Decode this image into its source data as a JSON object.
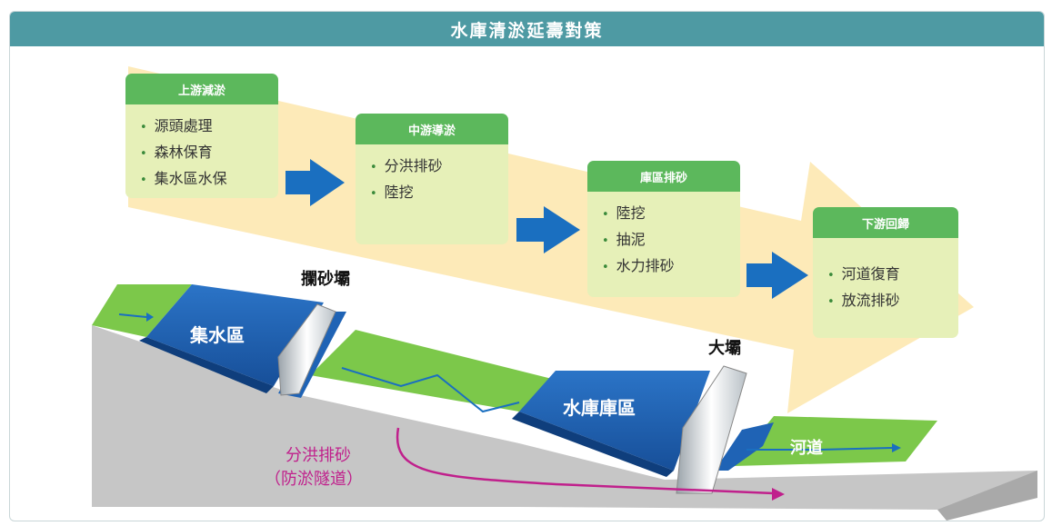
{
  "title": "水庫清淤延壽對策",
  "stages": [
    {
      "name": "上游減淤",
      "items": [
        "源頭處理",
        "森林保育",
        "集水區水保"
      ]
    },
    {
      "name": "中游導淤",
      "items": [
        "分洪排砂",
        "陸挖"
      ]
    },
    {
      "name": "庫區排砂",
      "items": [
        "陸挖",
        "抽泥",
        "水力排砂"
      ]
    },
    {
      "name": "下游回歸",
      "items": [
        "河道復育",
        "放流排砂"
      ]
    }
  ],
  "scene_labels": {
    "check_dam": "攔砂壩",
    "catchment": "集水區",
    "big_dam": "大壩",
    "reservoir": "水庫庫區",
    "river": "河道",
    "bypass_line1": "分洪排砂",
    "bypass_line2": "（防淤隧道）"
  },
  "bullet_glyph": "•",
  "colors": {
    "title_bar": "#4e9aa3",
    "stage_header": "#5cb85c",
    "stage_body": "#e6f0b8",
    "big_arrow": "#fde8b0",
    "flow_arrow": "#1a6fc0",
    "water": "#1f63b5",
    "grass": "#7cc84a",
    "ground": "#c8c8c8",
    "bypass": "#c0208c"
  }
}
